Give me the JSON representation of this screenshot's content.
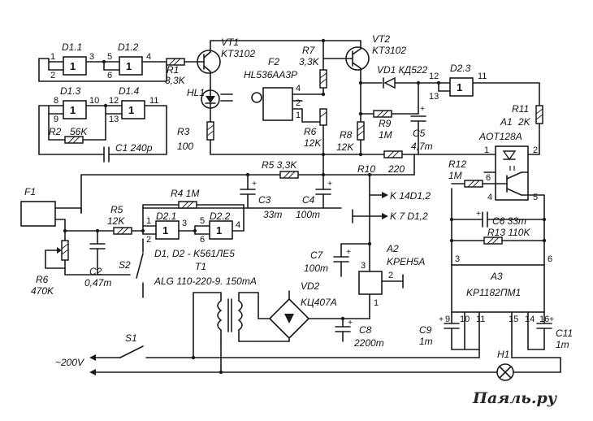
{
  "watermark": "Паяль.ру",
  "gate_symbol": "1",
  "labels": {
    "d1_1": "D1.1",
    "d1_2": "D1.2",
    "d1_3": "D1.3",
    "d1_4": "D1.4",
    "d2_1": "D2.1",
    "d2_2": "D2.2",
    "d2_3": "D2.3",
    "d_type": "D1, D2 - K561ЛЕ5",
    "r1": "R1",
    "r1_val": "3,3K",
    "r2": "R2",
    "r2_val": "56K",
    "c1": "C1 240p",
    "r3": "R3",
    "r3_val": "100",
    "hl1": "HL1",
    "vt1": "VT1",
    "vt1_type": "KT3102",
    "vt2": "VT2",
    "vt2_type": "KT3102",
    "f2": "F2",
    "f2_type": "HL536AA3P",
    "r7": "R7",
    "r7_val": "3,3K",
    "r6": "R6",
    "r6_val": "12K",
    "r8": "R8",
    "r8_val": "12K",
    "vd1": "VD1 КД522",
    "r9": "R9",
    "r9_val": "1M",
    "c5": "C5",
    "c5_val": "4,7m",
    "r11": "R11",
    "r11_val": "2K",
    "a1": "A1",
    "a1_type": "AOT128A",
    "r5_top": "R5 3,3K",
    "r10": "R10",
    "r10_val": "220",
    "c3": "C3",
    "c3_val": "33m",
    "c4": "C4",
    "c4_val": "100m",
    "k14": "K 14D1,2",
    "k7": "K 7 D1,2",
    "r4": "R4 1M",
    "r5_bot": "R5",
    "r5_bot_val": "12K",
    "f1": "F1",
    "c2": "C2",
    "c2_val": "0,47m",
    "r6_bot": "R6",
    "r6_bot_val": "470K",
    "s2": "S2",
    "t1": "T1",
    "t1_type": "ALG 110-220-9. 150mA",
    "vd2": "VD2",
    "vd2_type": "KЦ407A",
    "c7": "C7",
    "c7_val": "100m",
    "a2": "A2",
    "a2_type": "KPEH5A",
    "c8": "C8",
    "c8_val": "2200m",
    "r12": "R12",
    "r12_val": "1M",
    "c6": "C6 33m",
    "r13": "R13 110K",
    "a3": "A3",
    "a3_type": "KP1182ПМ1",
    "c9": "C9",
    "c9_val": "1m",
    "c11": "C11",
    "c11_val": "1m",
    "s1": "S1",
    "mains": "~200V",
    "h1": "H1"
  },
  "pins": {
    "d11_in_a": "1",
    "d11_in_b": "2",
    "d11_out": "3",
    "d12_in_a": "5",
    "d12_in_b": "6",
    "d12_out": "4",
    "d13_in_a": "8",
    "d13_in_b": "9",
    "d13_out": "10",
    "d14_in_a": "12",
    "d14_in_b": "13",
    "d14_out": "11",
    "d21_in_a": "1",
    "d21_in_b": "2",
    "d21_out": "3",
    "d22_in_a": "5",
    "d22_in_b": "6",
    "d22_out": "4",
    "d23_in_a": "12",
    "d23_in_b": "13",
    "d23_out": "11",
    "f2_a": "4",
    "f2_b": "2",
    "f2_c": "1",
    "a1_1": "1",
    "a1_2": "2",
    "a1_4": "4",
    "a1_5": "5",
    "a1_6": "6",
    "a2_1": "1",
    "a2_2": "2",
    "a2_3": "3",
    "a3_3": "3",
    "a3_6": "6",
    "a3_9": "9",
    "a3_10": "10",
    "a3_11": "11",
    "a3_15": "15",
    "a3_14": "14",
    "a3_16": "16"
  }
}
